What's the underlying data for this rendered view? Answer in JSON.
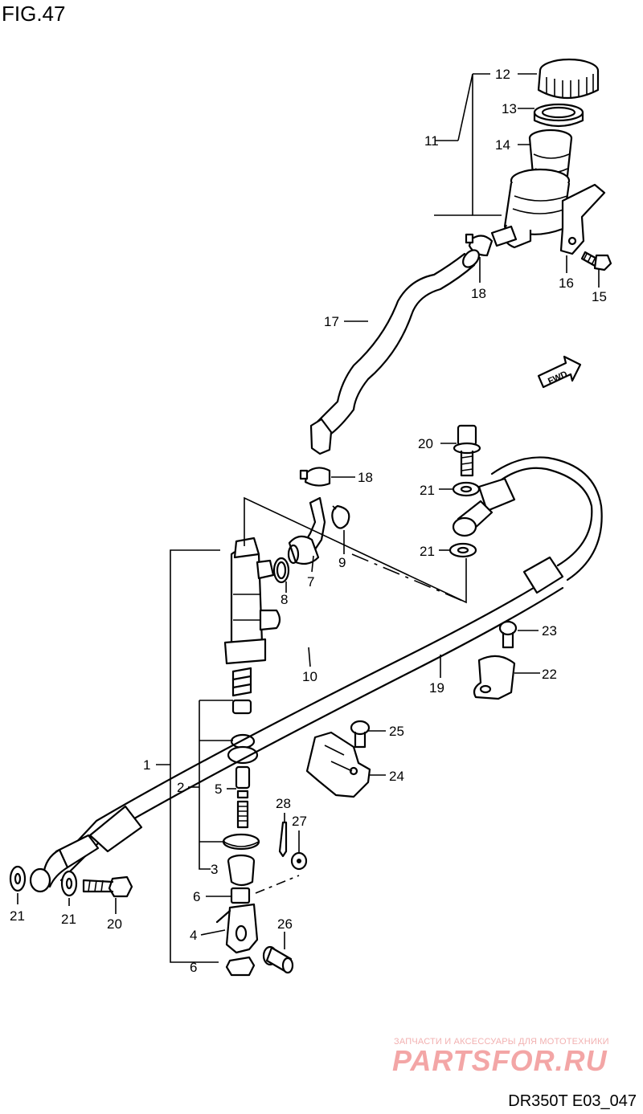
{
  "figure": {
    "title": "FIG.47",
    "code": "DR350T E03_047"
  },
  "watermark": {
    "tagline": "ЗАПЧАСТИ И АКСЕССУАРЫ ДЛЯ МОТОТЕХНИКИ",
    "logo": "PARTSFOR.RU",
    "color": "#f3a6a6"
  },
  "fwd_badge": {
    "label": "FWD",
    "icon": "forward-arrow-icon"
  },
  "callouts": [
    "1",
    "2",
    "3",
    "4",
    "5",
    "6",
    "6",
    "7",
    "8",
    "9",
    "10",
    "11",
    "12",
    "13",
    "14",
    "15",
    "16",
    "17",
    "18",
    "18",
    "19",
    "20",
    "20",
    "21",
    "21",
    "21",
    "21",
    "22",
    "23",
    "24",
    "25",
    "26",
    "27",
    "28"
  ]
}
